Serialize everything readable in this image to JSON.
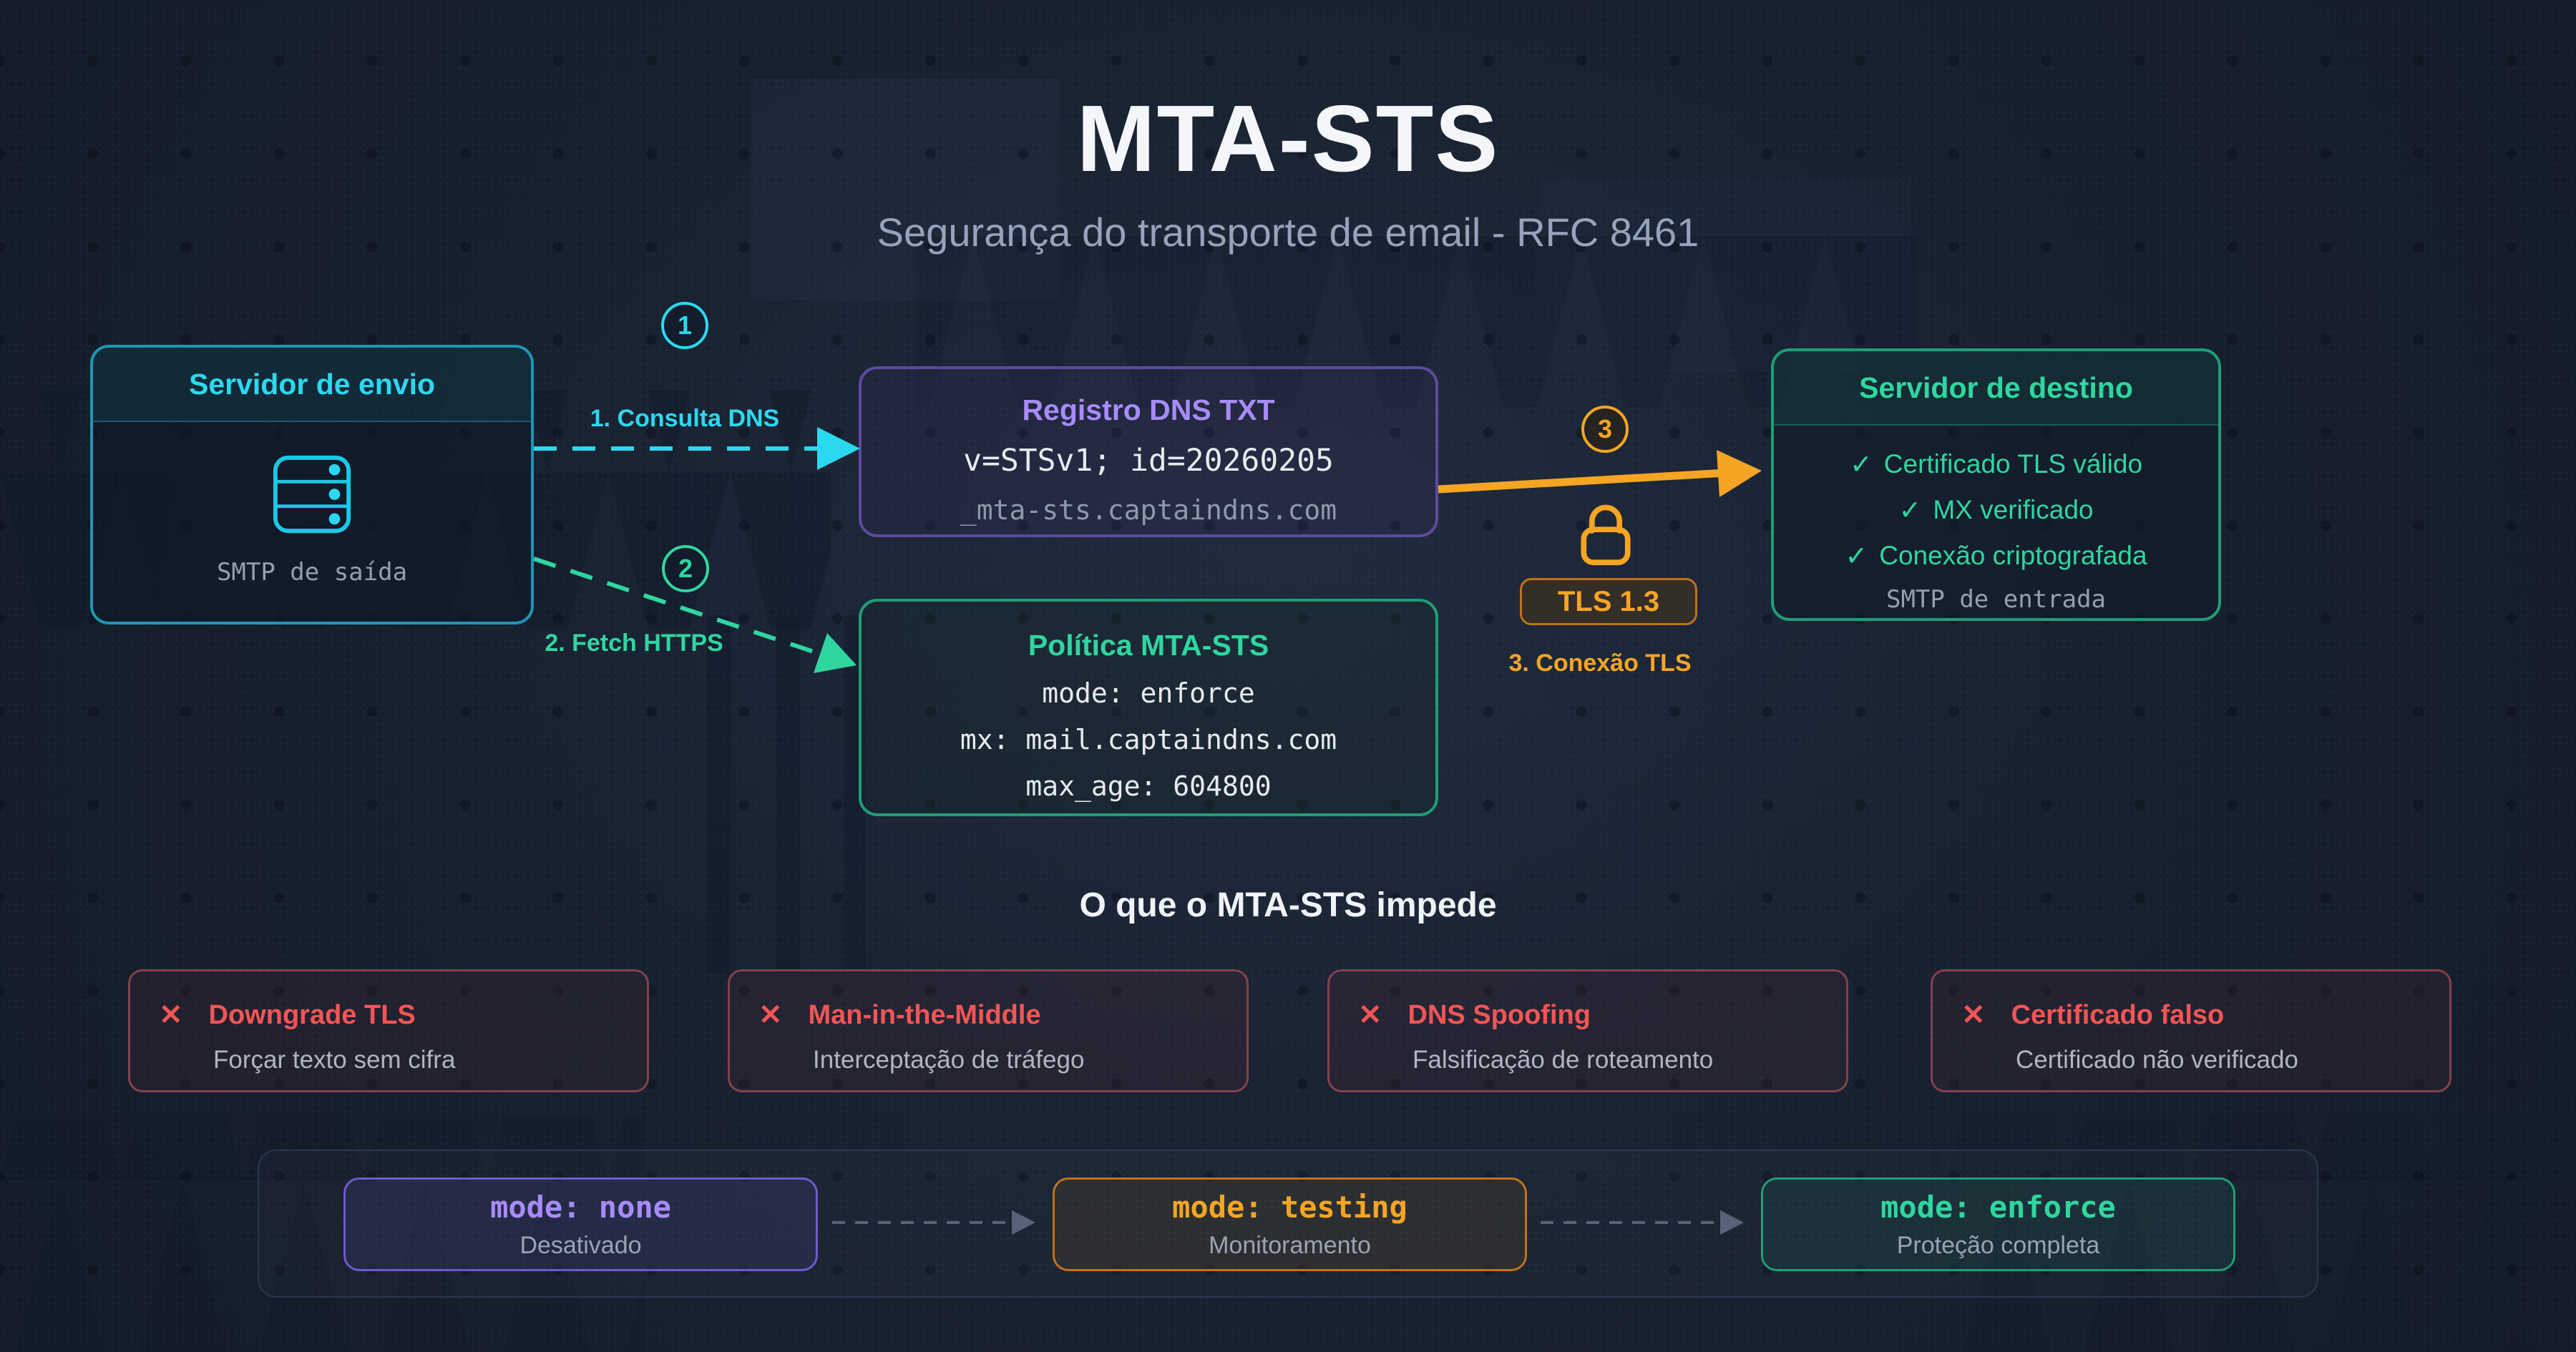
{
  "colors": {
    "bg": "#1b2534",
    "bg-deep": "#141c29",
    "cyan": "#2cd8f0",
    "cyan-border": "#1d96b4",
    "green": "#2fd6a0",
    "green-border": "#1f9d77",
    "purple": "#a78bfa",
    "purple-border": "#5c4a9e",
    "orange": "#f5a523",
    "orange-border": "#c2711c",
    "red": "#f25555",
    "red-border": "#84414a"
  },
  "header": {
    "title": "MTA-STS",
    "subtitle": "Segurança do transporte de email - RFC 8461"
  },
  "icons": {
    "check": "✓",
    "cross": "✕"
  },
  "flow": {
    "sender": {
      "title": "Servidor de envio",
      "caption": "SMTP de saída"
    },
    "steps": [
      {
        "num": "1",
        "label": "1. Consulta DNS"
      },
      {
        "num": "2",
        "label": "2. Fetch HTTPS"
      },
      {
        "num": "3",
        "label": "3. Conexão TLS",
        "badge": "TLS 1.3"
      }
    ],
    "dns_record": {
      "title": "Registro DNS TXT",
      "line1": "v=STSv1; id=20260205",
      "line2": "_mta-sts.captaindns.com"
    },
    "policy": {
      "title": "Política MTA-STS",
      "lines": [
        "mode: enforce",
        "mx: mail.captaindns.com",
        "max_age: 604800"
      ]
    },
    "destination": {
      "title": "Servidor de destino",
      "checks": [
        "Certificado TLS válido",
        "MX verificado",
        "Conexão criptografada"
      ],
      "caption": "SMTP de entrada"
    }
  },
  "threats": {
    "title": "O que o MTA-STS impede",
    "items": [
      {
        "title": "Downgrade TLS",
        "desc": "Forçar texto sem cifra"
      },
      {
        "title": "Man-in-the-Middle",
        "desc": "Interceptação de tráfego"
      },
      {
        "title": "DNS Spoofing",
        "desc": "Falsificação de roteamento"
      },
      {
        "title": "Certificado falso",
        "desc": "Certificado não verificado"
      }
    ]
  },
  "modes": {
    "items": [
      {
        "code": "mode: none",
        "label": "Desativado"
      },
      {
        "code": "mode: testing",
        "label": "Monitoramento"
      },
      {
        "code": "mode: enforce",
        "label": "Proteção completa"
      }
    ]
  }
}
